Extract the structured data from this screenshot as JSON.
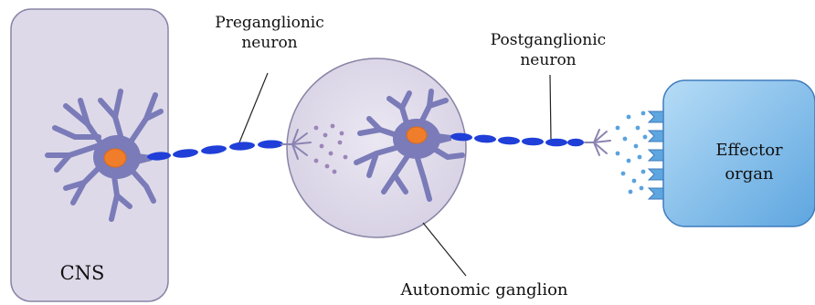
{
  "labels": {
    "preganglionic_line1": "Preganglionic",
    "preganglionic_line2": "neuron",
    "postganglionic_line1": "Postganglionic",
    "postganglionic_line2": "neuron",
    "cns": "CNS",
    "effector_line1": "Effector",
    "effector_line2": "organ",
    "autonomic_ganglion": "Autonomic ganglion"
  },
  "colors": {
    "box_fill": "#ddd8e8",
    "box_stroke": "#8a84a6",
    "neuron_body": "#7a7bb8",
    "nucleus": "#ef7d2a",
    "axon_myelin": "#1f3fd8",
    "effector_fill": "#8fc7ef",
    "effector_stroke": "#3f7bbd",
    "vesicle_purple": "#9a86b8",
    "vesicle_blue": "#5aa3de"
  }
}
